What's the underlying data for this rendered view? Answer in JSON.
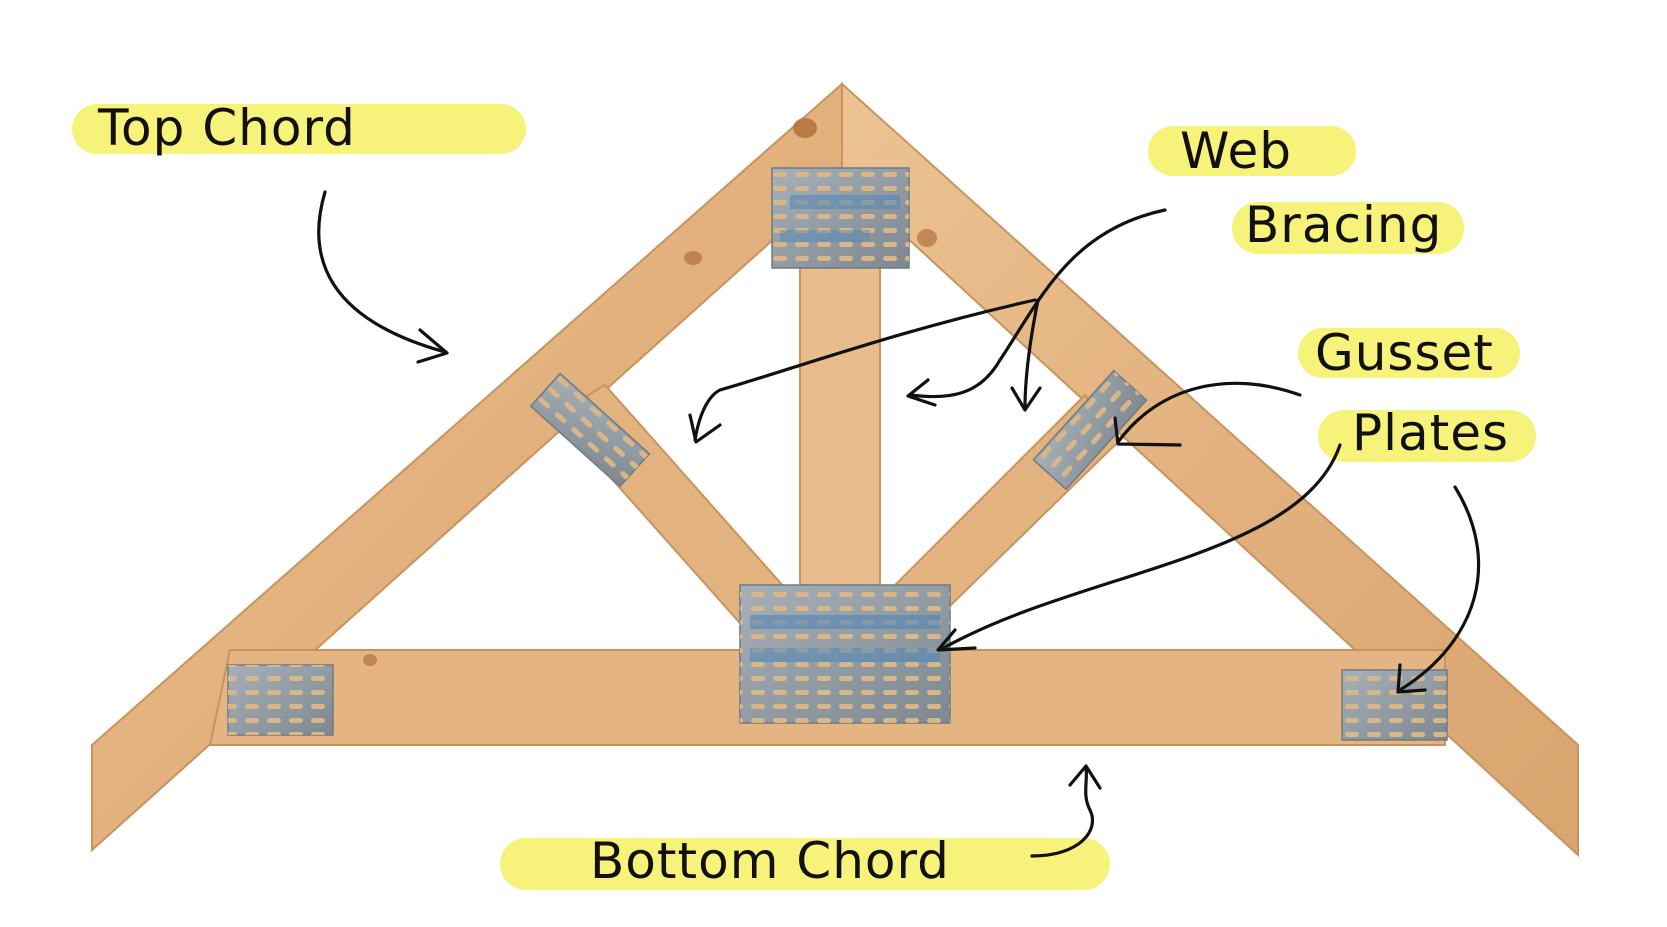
{
  "labels": {
    "top_chord": "Top Chord",
    "web_bracing_line1": "Web",
    "web_bracing_line2": "Bracing",
    "gusset_plates_line1": "Gusset",
    "gusset_plates_line2": "Plates",
    "bottom_chord": "Bottom Chord"
  },
  "colors": {
    "highlight": "#f7f27a",
    "wood": "#e6b98a",
    "wood_dark": "#c9925e",
    "plate": "#8f9aa3",
    "plate_blue": "#4f86b8",
    "ink": "#111111"
  }
}
